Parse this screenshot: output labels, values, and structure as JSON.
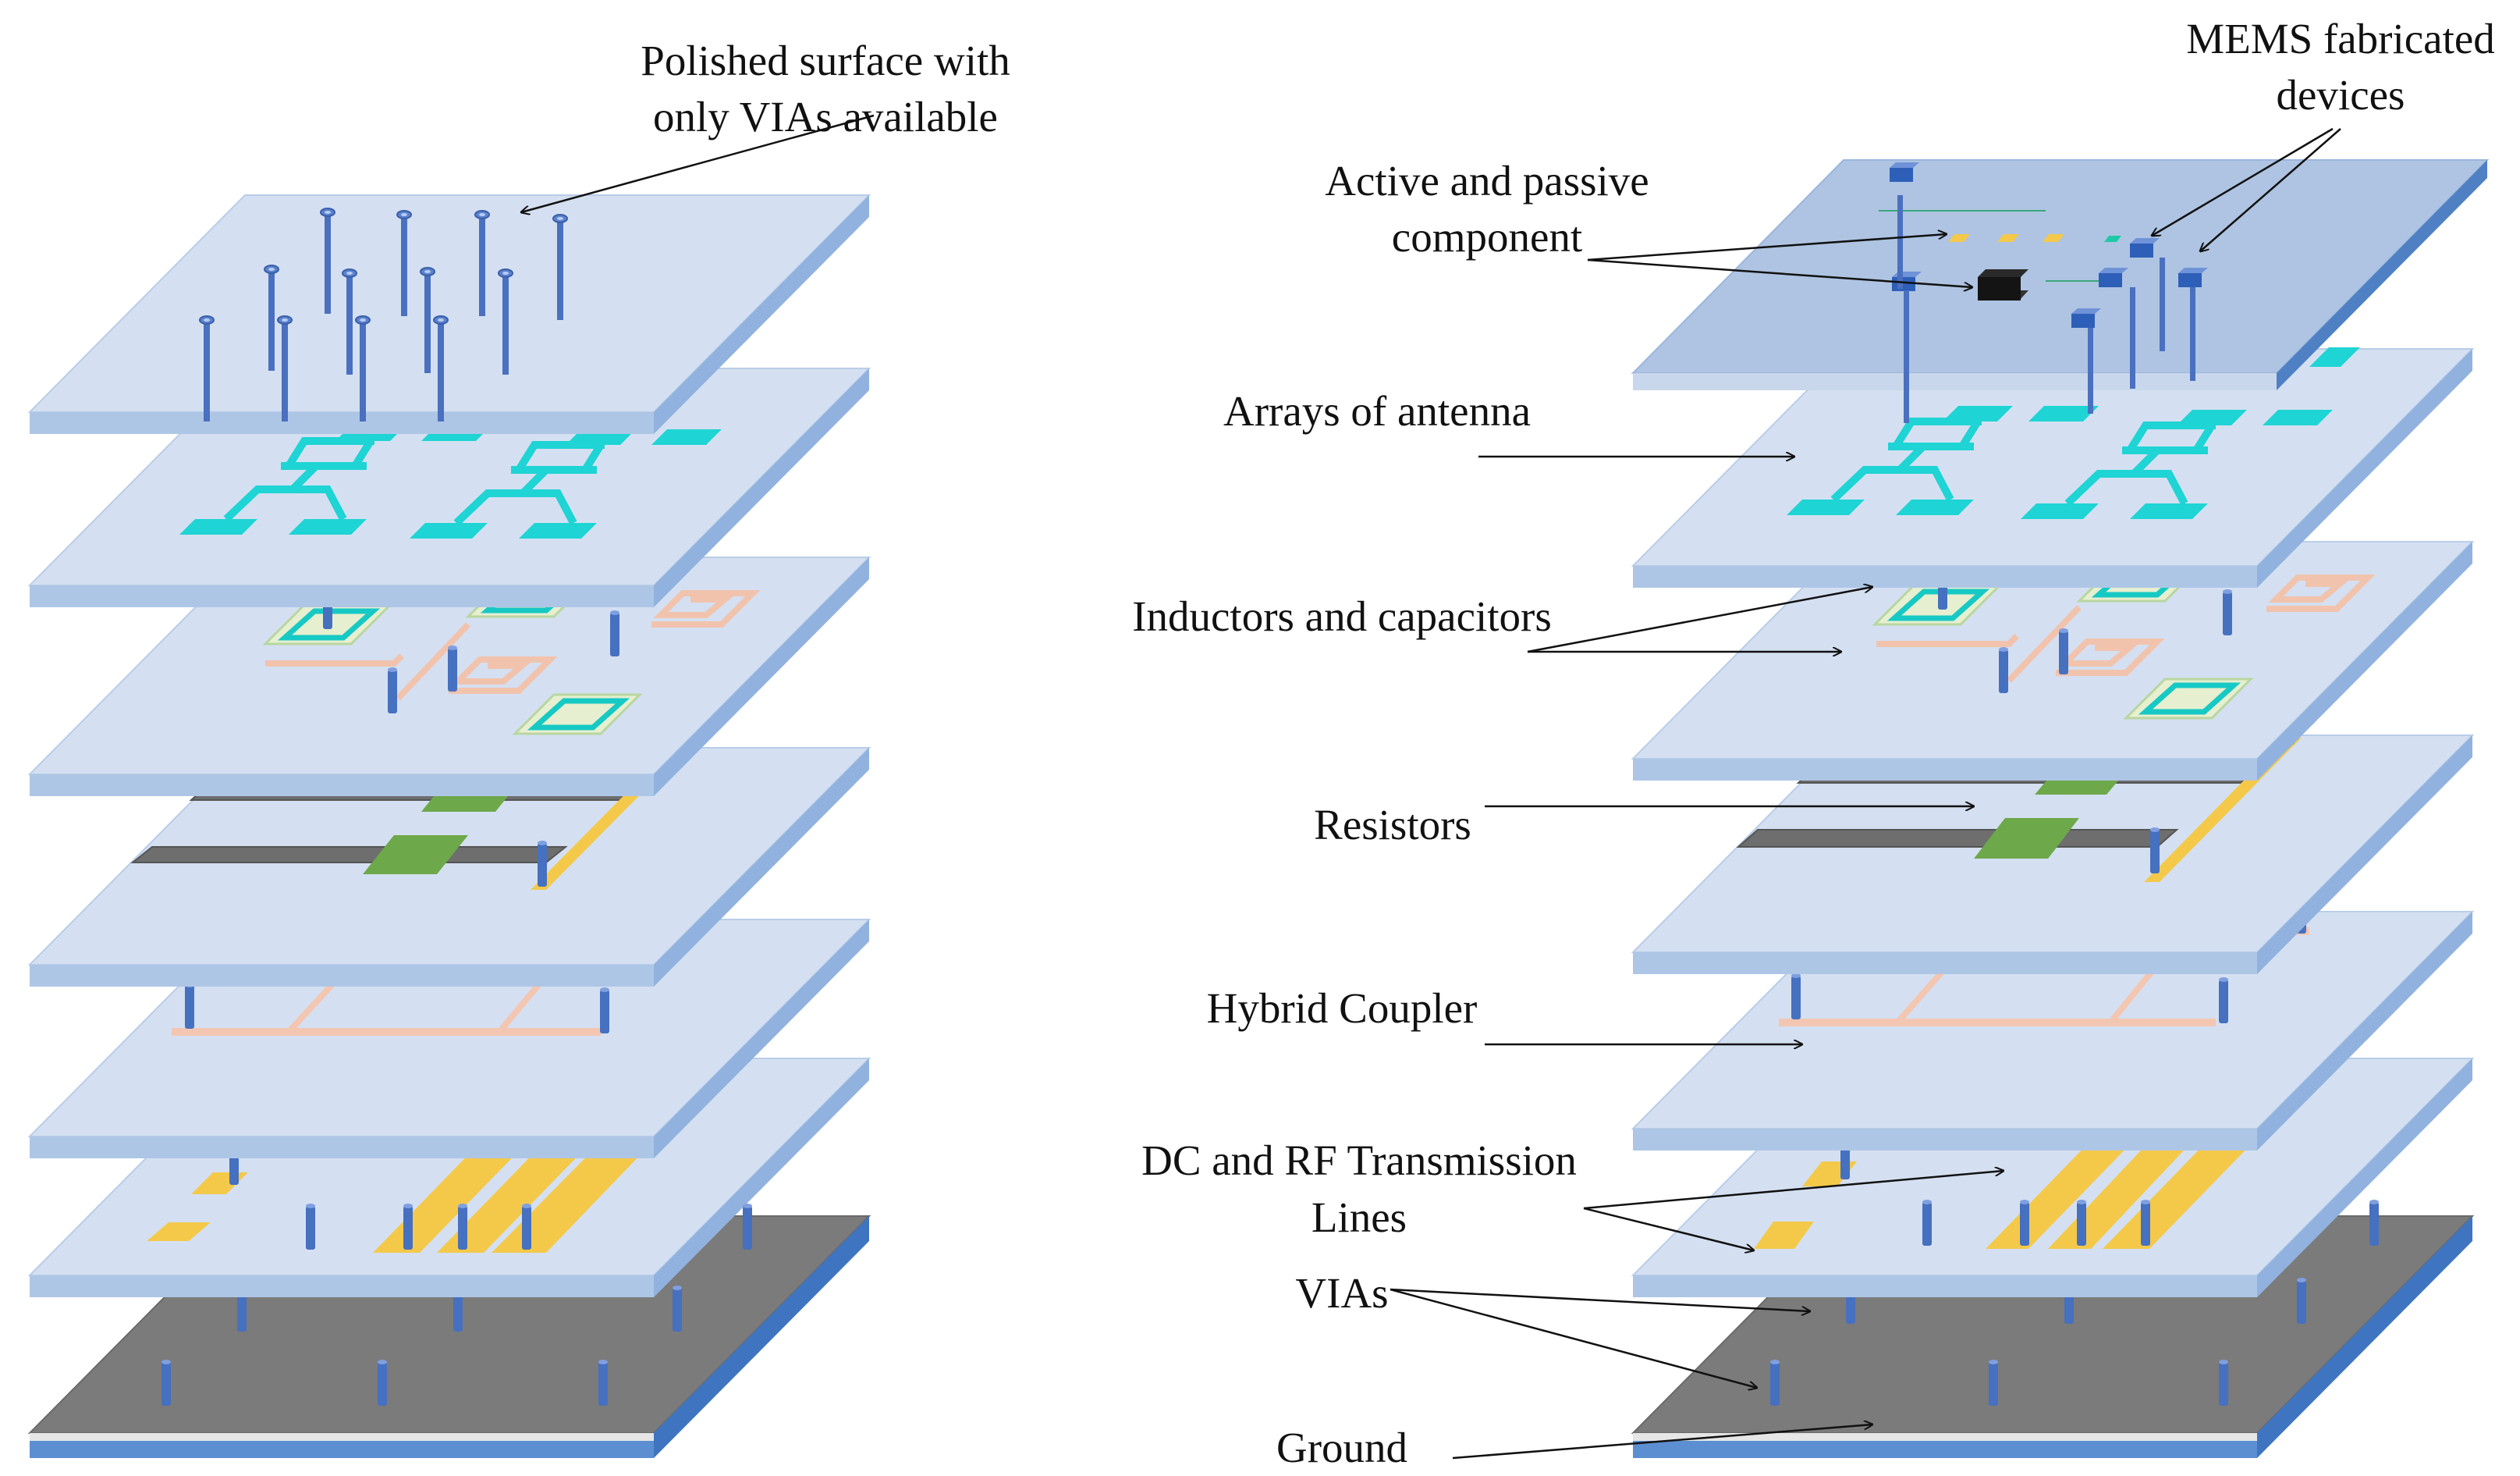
{
  "left_stack": {
    "top_annotation": [
      "Polished surface with",
      "only VIAs available"
    ]
  },
  "right_stack": {
    "annotations": {
      "mems": [
        "MEMS fabricated",
        "devices"
      ],
      "active_passive": [
        "Active and passive",
        "component"
      ],
      "antenna": "Arrays of antenna",
      "inductors": "Inductors and capacitors",
      "resistors": "Resistors",
      "coupler": "Hybrid Coupler",
      "transmission": [
        "DC and RF Transmission",
        "Lines"
      ],
      "vias": "VIAs",
      "ground": "Ground"
    }
  },
  "colors": {
    "layer_top": "#d3dff0",
    "layer_side": "#aec5e5",
    "layer_edge": "#93b3de",
    "ground_top": "#7a7a7a",
    "ground_side": "#4d82c8",
    "via": "#4b73c2",
    "antenna": "#1dd6d6",
    "inductor": "#f3c8b4",
    "resistor_body": "#707070",
    "resistor_pad": "#6ea84a",
    "transmission": "#f4c94a",
    "chip": "#1a1a1a"
  }
}
